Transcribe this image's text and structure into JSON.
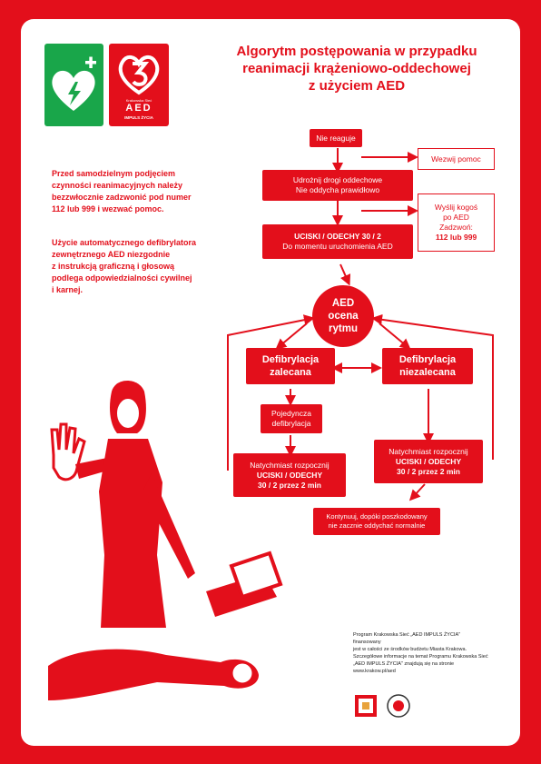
{
  "logo": {
    "network_small_text": "Krakowska Sieć",
    "aed_text": "AED",
    "program_text": "IMPULS ŻYCIA"
  },
  "title": {
    "line1": "Algorytm postępowania w przypadku",
    "line2": "reanimacji krążeniowo-oddechowej",
    "line3": "z użyciem AED"
  },
  "intro": {
    "paragraph1": "Przed samodzielnym podjęciem\nczynności reanimacyjnych należy\nbezzwłocznie zadzwonić pod numer\n112 lub 999 i wezwać pomoc.",
    "paragraph2": "Użycie automatycznego defibrylatora\nzewnętrznego AED niezgodnie\nz instrukcją graficzną i głosową\npodlega odpowiedzialności cywilnej\ni karnej."
  },
  "flow": {
    "no_response": "Nie reaguje",
    "call_help": "Wezwij pomoc",
    "airway": "Udrożnij drogi oddechowe\nNie oddycha prawidłowo",
    "send_someone": "Wyślij kogoś\npo AED\nZadzwoń:",
    "send_someone_numbers": "112 lub 999",
    "cpr_main": "UCISKI / ODECHY  30 / 2",
    "cpr_main_sub": "Do momentu uruchomienia AED",
    "aed_assess": "AED\nocena\nrytmu",
    "defib_recommended": "Defibrylacja\nzalecana",
    "defib_not_recommended": "Defibrylacja\nniezalecana",
    "single_defib": "Pojedyncza\ndefibrylacja",
    "immediate_left_1": "Natychmiast rozpocznij",
    "immediate_left_2": "UCISKI / ODECHY",
    "immediate_left_3": "30 / 2 przez 2 min",
    "immediate_right_1": "Natychmiast rozpocznij",
    "immediate_right_2": "UCISKI / ODECHY",
    "immediate_right_3": "30 / 2 przez 2 min",
    "continue": "Kontynuuj, dopóki poszkodowany\nnie zacznie oddychać normalnie"
  },
  "footer": {
    "text": "Program Krakowska Sieć „AED IMPULS ŻYCIA\" finansowany\njest w całości ze środków budżetu Miasta Krakowa.\nSzczegółowe informacje na temat Programu Krakowska Sieć\n„AED IMPULS ŻYCIA\" znajdują się na stronie\nwww.krakow.pl/aed"
  },
  "colors": {
    "brand_red": "#e30f1b",
    "aed_green": "#19a64a",
    "white": "#ffffff"
  },
  "icons": [
    "heart-aed-icon",
    "plus-icon",
    "aed-heart-logo-icon",
    "krakow-coat-of-arms-icon",
    "city-seal-icon"
  ]
}
